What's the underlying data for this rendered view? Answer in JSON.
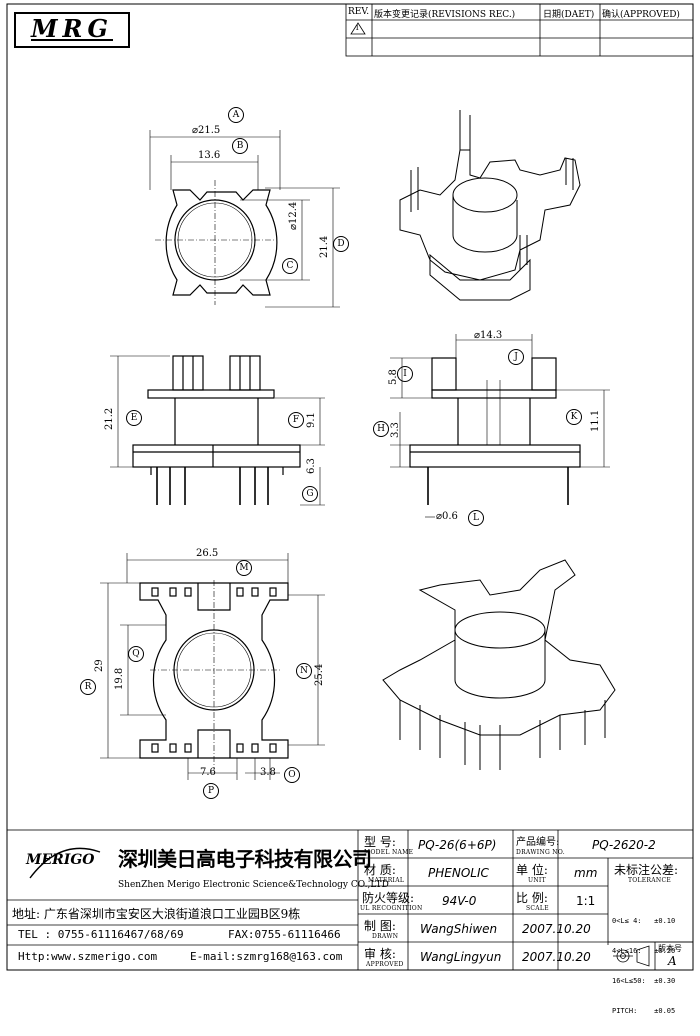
{
  "header": {
    "logo": "MRG",
    "rev_col": "REV.",
    "rev_record": "版本变更记录(REVISIONS REC.)",
    "date_col": "日期(DAET)",
    "approved_col": "确认(APPROVED)",
    "rev_mark": "1"
  },
  "dims": {
    "top": {
      "a_val": "⌀21.5",
      "a": "A",
      "b_val": "13.6",
      "b": "B",
      "c_val": "⌀12.4",
      "c": "C",
      "d_val": "21.4",
      "d": "D"
    },
    "front": {
      "e_val": "21.2",
      "e": "E",
      "f_val": "9.1",
      "f": "F",
      "g_val": "6.3",
      "g": "G"
    },
    "side": {
      "i": "I",
      "i_val": "5.8",
      "j_val": "⌀14.3",
      "j": "J",
      "h": "H",
      "h_val": "3.3",
      "k_val": "11.1",
      "k": "K",
      "l_val": "⌀0.6",
      "l": "L"
    },
    "bottom": {
      "m_val": "26.5",
      "m": "M",
      "q_val": "19.8",
      "q": "Q",
      "r": "R",
      "r_val": "29",
      "n": "N",
      "n_val": "25.4",
      "p_val": "7.6",
      "o_val": "3.8",
      "o": "O",
      "p": "P"
    }
  },
  "title_block": {
    "company_logo": "MERIGO",
    "company_cn": "深圳美日高电子科技有限公司",
    "company_en": "ShenZhen Merigo Electronic Science&Technology CO.,LTD",
    "address": "地址: 广东省深圳市宝安区大浪街道浪口工业园B区9栋",
    "tel": "TEL : 0755-61116467/68/69",
    "fax": "FAX:0755-61116466",
    "http": "Http:www.szmerigo.com",
    "email": "E-mail:szmrg168@163.com",
    "model_label": "型  号:",
    "model_sub": "MODEL NAME",
    "model_val": "PQ-26(6+6P)",
    "material_label": "材  质:",
    "material_sub": "MATERIAL",
    "material_val": "PHENOLIC",
    "flame_label": "防火等级:",
    "flame_sub": "UL RECOGNITION",
    "flame_val": "94V-0",
    "drawn_label": "制  图:",
    "drawn_sub": "DRAWN",
    "drawn_val": "WangShiwen",
    "drawn_date": "2007.10.20",
    "approved_label": "审  核:",
    "approved_sub": "APPROVED",
    "approved_val": "WangLingyun",
    "approved_date": "2007.10.20",
    "drawing_no_label": "产品编号:",
    "drawing_no_sub": "DRAWING NO.",
    "drawing_no_val": "PQ-2620-2",
    "unit_label": "单  位:",
    "unit_sub": "UNIT",
    "unit_val": "mm",
    "scale_label": "比  例:",
    "scale_sub": "SCALE",
    "scale_val": "1:1",
    "tol_label": "未标注公差:",
    "tol_sub": "TOLERANCE",
    "tol_lines": [
      "0<L≤ 4:   ±0.10",
      "4<L≤16:   ±0.20",
      "16<L≤50:  ±0.30",
      "PITCH:    ±0.05"
    ],
    "version_label": "版本号",
    "version_val": "A"
  }
}
